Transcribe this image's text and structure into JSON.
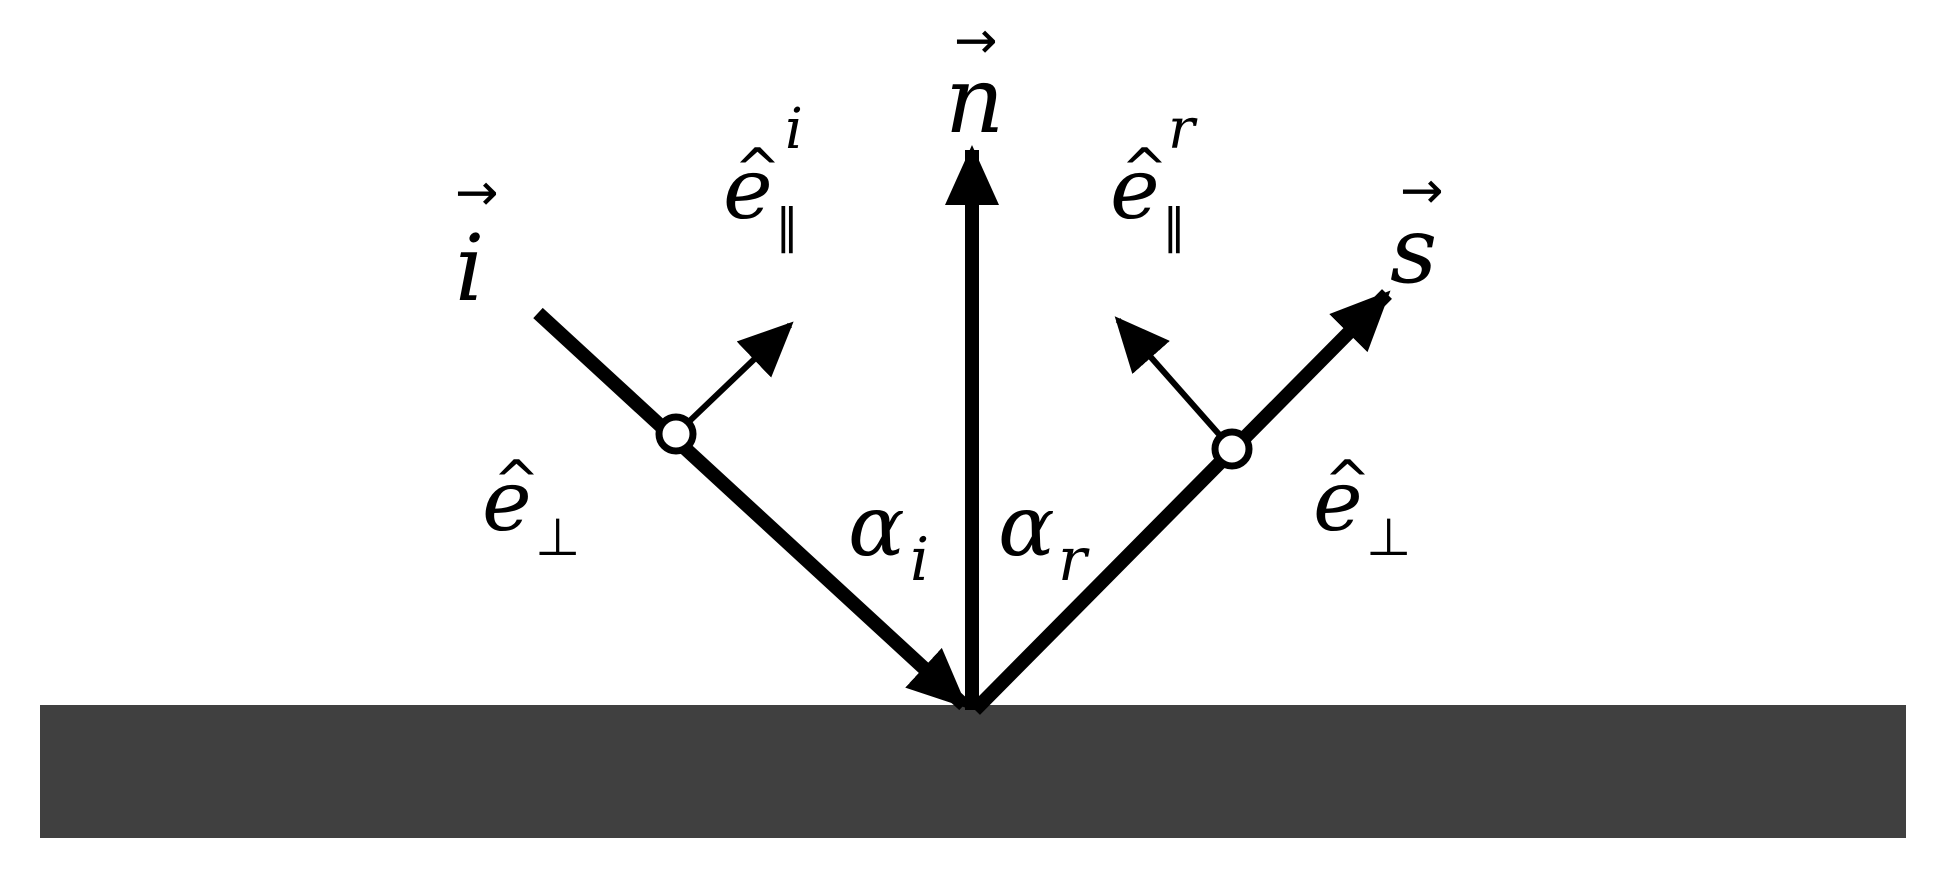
{
  "colors": {
    "surface": "#404040",
    "ink": "#000000",
    "background": "#ffffff"
  },
  "labels": {
    "normal": {
      "base": "n",
      "accent": "→"
    },
    "incident": {
      "base": "i",
      "accent": "→"
    },
    "reflected": {
      "base": "s",
      "accent": "→"
    },
    "e_par_incident": {
      "base": "e",
      "accent": "^",
      "sub": "∥",
      "sup": "i"
    },
    "e_par_reflected": {
      "base": "e",
      "accent": "^",
      "sub": "∥",
      "sup": "r"
    },
    "e_perp_incident": {
      "base": "e",
      "accent": "^",
      "sub": "⊥"
    },
    "e_perp_reflected": {
      "base": "e",
      "accent": "^",
      "sub": "⊥"
    },
    "alpha_incident": {
      "base": "α",
      "sub": "i"
    },
    "alpha_reflected": {
      "base": "α",
      "sub": "r"
    }
  }
}
